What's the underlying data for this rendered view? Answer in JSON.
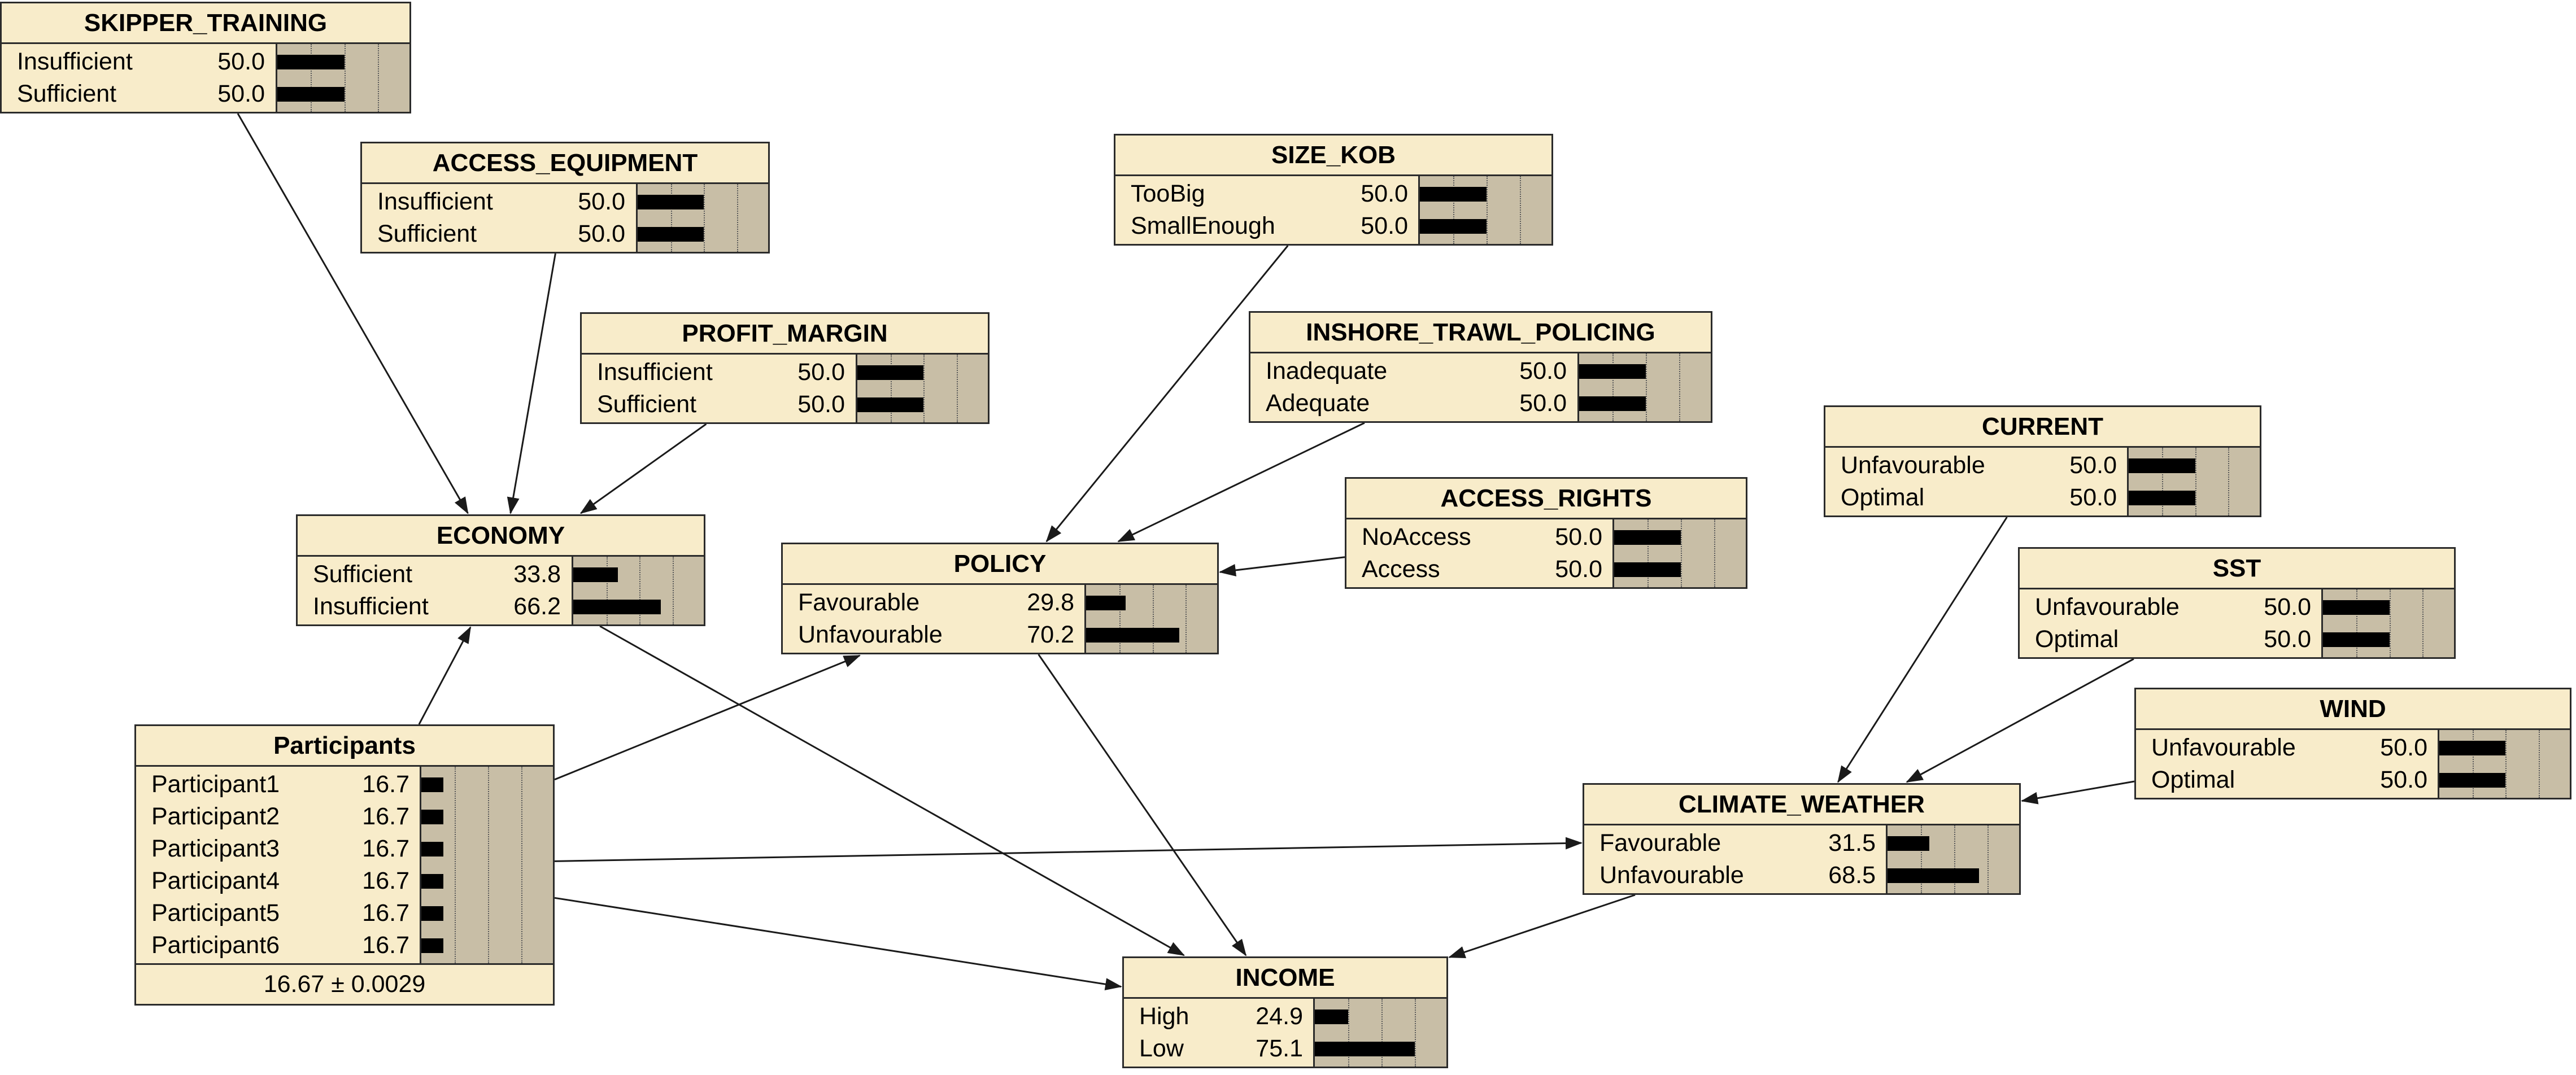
{
  "nodes": [
    {
      "id": "skipper_training",
      "title": "SKIPPER_TRAINING",
      "states": [
        {
          "name": "Insufficient",
          "value": "50.0",
          "p": 50.0
        },
        {
          "name": "Sufficient",
          "value": "50.0",
          "p": 50.0
        }
      ]
    },
    {
      "id": "access_equipment",
      "title": "ACCESS_EQUIPMENT",
      "states": [
        {
          "name": "Insufficient",
          "value": "50.0",
          "p": 50.0
        },
        {
          "name": "Sufficient",
          "value": "50.0",
          "p": 50.0
        }
      ]
    },
    {
      "id": "profit_margin",
      "title": "PROFIT_MARGIN",
      "states": [
        {
          "name": "Insufficient",
          "value": "50.0",
          "p": 50.0
        },
        {
          "name": "Sufficient",
          "value": "50.0",
          "p": 50.0
        }
      ]
    },
    {
      "id": "economy",
      "title": "ECONOMY",
      "states": [
        {
          "name": "Sufficient",
          "value": "33.8",
          "p": 33.8
        },
        {
          "name": "Insufficient",
          "value": "66.2",
          "p": 66.2
        }
      ]
    },
    {
      "id": "participants",
      "title": "Participants",
      "states": [
        {
          "name": "Participant1",
          "value": "16.7",
          "p": 16.7
        },
        {
          "name": "Participant2",
          "value": "16.7",
          "p": 16.7
        },
        {
          "name": "Participant3",
          "value": "16.7",
          "p": 16.7
        },
        {
          "name": "Participant4",
          "value": "16.7",
          "p": 16.7
        },
        {
          "name": "Participant5",
          "value": "16.7",
          "p": 16.7
        },
        {
          "name": "Participant6",
          "value": "16.7",
          "p": 16.7
        }
      ],
      "footer": "16.67 ± 0.0029"
    },
    {
      "id": "size_kob",
      "title": "SIZE_KOB",
      "states": [
        {
          "name": "TooBig",
          "value": "50.0",
          "p": 50.0
        },
        {
          "name": "SmallEnough",
          "value": "50.0",
          "p": 50.0
        }
      ]
    },
    {
      "id": "inshore_trawl_policing",
      "title": "INSHORE_TRAWL_POLICING",
      "states": [
        {
          "name": "Inadequate",
          "value": "50.0",
          "p": 50.0
        },
        {
          "name": "Adequate",
          "value": "50.0",
          "p": 50.0
        }
      ]
    },
    {
      "id": "access_rights",
      "title": "ACCESS_RIGHTS",
      "states": [
        {
          "name": "NoAccess",
          "value": "50.0",
          "p": 50.0
        },
        {
          "name": "Access",
          "value": "50.0",
          "p": 50.0
        }
      ]
    },
    {
      "id": "policy",
      "title": "POLICY",
      "states": [
        {
          "name": "Favourable",
          "value": "29.8",
          "p": 29.8
        },
        {
          "name": "Unfavourable",
          "value": "70.2",
          "p": 70.2
        }
      ]
    },
    {
      "id": "current",
      "title": "CURRENT",
      "states": [
        {
          "name": "Unfavourable",
          "value": "50.0",
          "p": 50.0
        },
        {
          "name": "Optimal",
          "value": "50.0",
          "p": 50.0
        }
      ]
    },
    {
      "id": "sst",
      "title": "SST",
      "states": [
        {
          "name": "Unfavourable",
          "value": "50.0",
          "p": 50.0
        },
        {
          "name": "Optimal",
          "value": "50.0",
          "p": 50.0
        }
      ]
    },
    {
      "id": "wind",
      "title": "WIND",
      "states": [
        {
          "name": "Unfavourable",
          "value": "50.0",
          "p": 50.0
        },
        {
          "name": "Optimal",
          "value": "50.0",
          "p": 50.0
        }
      ]
    },
    {
      "id": "climate_weather",
      "title": "CLIMATE_WEATHER",
      "states": [
        {
          "name": "Favourable",
          "value": "31.5",
          "p": 31.5
        },
        {
          "name": "Unfavourable",
          "value": "68.5",
          "p": 68.5
        }
      ]
    },
    {
      "id": "income",
      "title": "INCOME",
      "states": [
        {
          "name": "High",
          "value": "24.9",
          "p": 24.9
        },
        {
          "name": "Low",
          "value": "75.1",
          "p": 75.1
        }
      ]
    }
  ],
  "edges": [
    {
      "from": "skipper_training",
      "to": "economy"
    },
    {
      "from": "access_equipment",
      "to": "economy"
    },
    {
      "from": "profit_margin",
      "to": "economy"
    },
    {
      "from": "participants",
      "to": "economy"
    },
    {
      "from": "participants",
      "to": "policy"
    },
    {
      "from": "participants",
      "to": "climate_weather"
    },
    {
      "from": "participants",
      "to": "income"
    },
    {
      "from": "economy",
      "to": "income"
    },
    {
      "from": "size_kob",
      "to": "policy"
    },
    {
      "from": "inshore_trawl_policing",
      "to": "policy"
    },
    {
      "from": "access_rights",
      "to": "policy"
    },
    {
      "from": "policy",
      "to": "income"
    },
    {
      "from": "current",
      "to": "climate_weather"
    },
    {
      "from": "sst",
      "to": "climate_weather"
    },
    {
      "from": "wind",
      "to": "climate_weather"
    },
    {
      "from": "climate_weather",
      "to": "income"
    }
  ],
  "colors": {
    "node_fill": "#f8ecca",
    "bar_area": "#c8bea6",
    "border": "#2b2b2b",
    "bar": "#000000",
    "edge": "#1a1a1a"
  }
}
